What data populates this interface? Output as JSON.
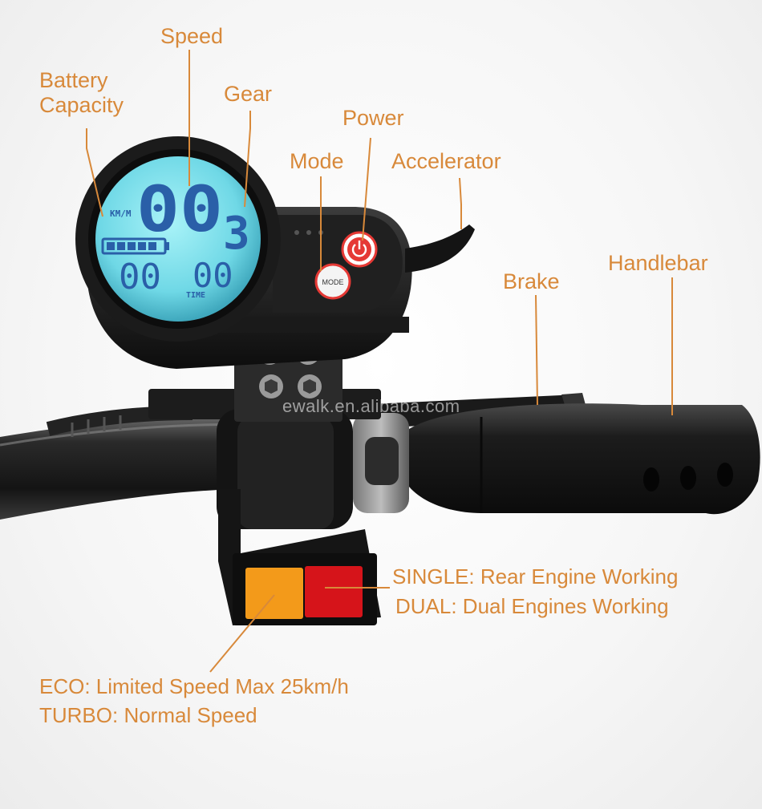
{
  "callouts": {
    "speed": "Speed",
    "battery": "Battery\nCapacity",
    "gear": "Gear",
    "power": "Power",
    "mode": "Mode",
    "accelerator": "Accelerator",
    "brake": "Brake",
    "handlebar": "Handlebar",
    "single": "SINGLE: Rear Engine Working",
    "dual": "DUAL: Dual Engines Working",
    "eco": "ECO: Limited Speed Max 25km/h",
    "turbo": "TURBO: Normal Speed"
  },
  "display": {
    "speed_digits": "00",
    "gear_digit": "3",
    "unit": "KM/M",
    "left_digits": "00",
    "right_digits": "00",
    "time_label": "TIME"
  },
  "buttons": {
    "mode_label": "MODE",
    "power_icon": "power-icon"
  },
  "watermark": "ewalk.en.alibaba.com",
  "colors": {
    "label": "#d8893a",
    "lcd": "#7fe3ef",
    "eco_switch": "#f39a1a",
    "turbo_switch": "#d6141a",
    "power_ring": "#e53935"
  }
}
